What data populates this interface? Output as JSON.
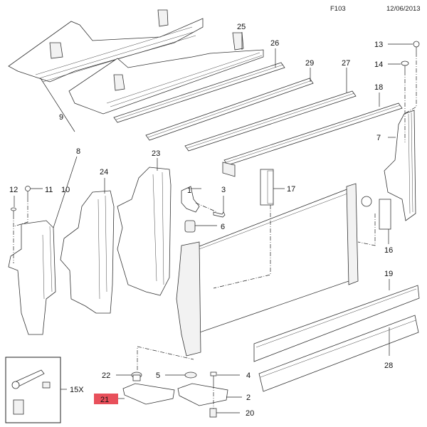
{
  "header": {
    "code": "F103",
    "date": "12/06/2013"
  },
  "highlight_color": "#e8505b",
  "callouts": {
    "c1": "1",
    "c2": "2",
    "c3": "3",
    "c4": "4",
    "c5": "5",
    "c6": "6",
    "c7": "7",
    "c8": "8",
    "c9": "9",
    "c10": "10",
    "c11": "11",
    "c12": "12",
    "c13": "13",
    "c14": "14",
    "c15": "15X",
    "c16": "16",
    "c17": "17",
    "c18": "18",
    "c19": "19",
    "c20": "20",
    "c21": "21",
    "c22": "22",
    "c23": "23",
    "c24": "24",
    "c25": "25",
    "c26": "26",
    "c27": "27",
    "c28": "28",
    "c29": "29"
  },
  "highlighted_callout": "21"
}
